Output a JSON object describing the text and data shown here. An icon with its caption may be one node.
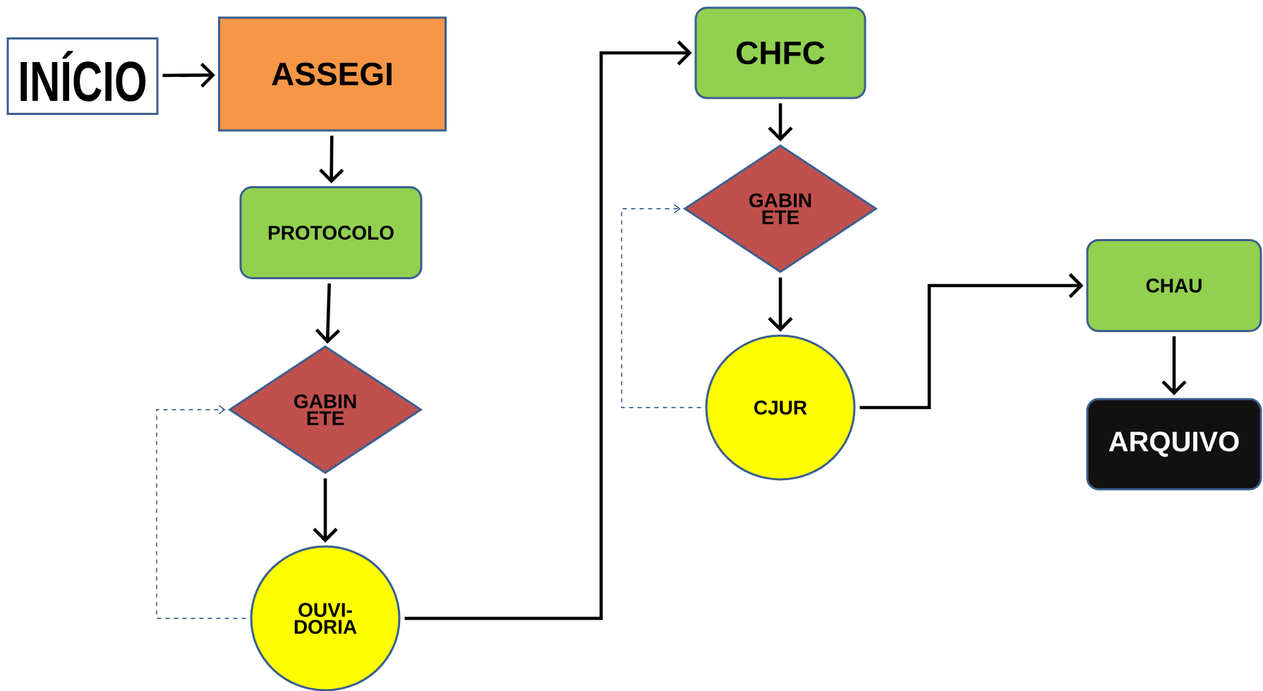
{
  "diagram": {
    "nodes": [
      {
        "text": [
          "INÍCIO"
        ]
      },
      {
        "text": [
          "ASSEGI"
        ]
      },
      {
        "text": [
          "PROTOCOLO"
        ]
      },
      {
        "text": [
          "GABIN ETE"
        ]
      },
      {
        "text": [
          "OUVI- DORIA"
        ]
      },
      {
        "text": [
          "CHFC"
        ]
      },
      {
        "text": [
          "GABIN ETE"
        ]
      },
      {
        "text": [
          "CJUR"
        ]
      },
      {
        "text": [
          "CHAU"
        ]
      },
      {
        "text": [
          "ARQUIVO"
        ]
      }
    ],
    "edges": [
      {
        "from": 0,
        "to": 1,
        "arrow": "to"
      },
      {
        "from": 1,
        "to": 2,
        "arrow": "to"
      },
      {
        "from": 2,
        "to": 3,
        "arrow": "to"
      },
      {
        "from": 3,
        "to": 4,
        "arrow": "to"
      },
      {
        "from": 4,
        "to": 3,
        "arrow": "to",
        "style": "dashed",
        "color": "#1f497d"
      },
      {
        "from": 4,
        "to": 5,
        "arrow": "to"
      },
      {
        "from": 5,
        "to": 6,
        "arrow": "to"
      },
      {
        "from": 6,
        "to": 7,
        "arrow": "to"
      },
      {
        "from": 7,
        "to": 6,
        "arrow": "to",
        "style": "dashed",
        "color": "#1f497d"
      },
      {
        "from": 7,
        "to": 8,
        "arrow": "to"
      },
      {
        "from": 8,
        "to": 9,
        "arrow": "to"
      }
    ]
  }
}
